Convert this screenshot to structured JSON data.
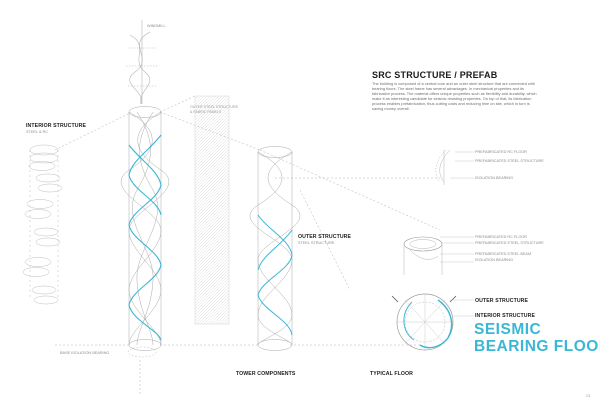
{
  "title": "SRC STRUCTURE / PREFAB",
  "description": "The building is composed of a central core and an outer steel structure that are connected with bearing floors. The steel frame has several advantages. In mechanical properties and its fabrication process. The material offers unique properties such as flexibility and durability, which make it an interesting candidate for seismic resisting properties. On top of that, its fabrication process enables prefabrication, thus cutting costs and reducing time on site, which in turn is saving money overall.",
  "labels": {
    "windmill": "WINDMILL",
    "interior_structure": "INTERIOR STRUCTURE",
    "interior_structure_sub": "STEEL & RC",
    "outer_skin_note": "OUTER STEEL STRUCTURE & FABRIC PANELS",
    "outer_structure": "OUTER STRUCTURE",
    "outer_structure_sub": "STEEL STRUCTURE",
    "base_isolation": "BASE ISOLATION BEARING",
    "tower_components": "TOWER COMPONENTS",
    "typical_floor": "TYPICAL FLOOR"
  },
  "floor_callouts": {
    "prefab_rc_floor_1": "PREFABRICATED RC FLOOR",
    "prefab_steel_structure_1": "PREFABRICATED STEEL STRUCTURE",
    "isolation_bearing_1": "ISOLATION BEARING",
    "prefab_rc_floor_2": "PREFABRICATED RC FLOOR",
    "prefab_steel_structure_2": "PREFABRICATED STEEL STRUCTURE",
    "prefab_steel_beam": "PREFABRICATED STEEL BEAM",
    "isolation_bearing_2": "ISOLATION BEARING"
  },
  "floor_labels": {
    "outer_structure": "OUTER STRUCTURE",
    "interior_structure": "INTERIOR STRUCTURE"
  },
  "highlight_text": "SEISMIC BEARING FLOOR",
  "page_number": "23",
  "colors": {
    "accent": "#3ab7d4",
    "line": "#9a9a9a",
    "text_dark": "#1e1e1e",
    "text_light": "#8a8a8a"
  }
}
